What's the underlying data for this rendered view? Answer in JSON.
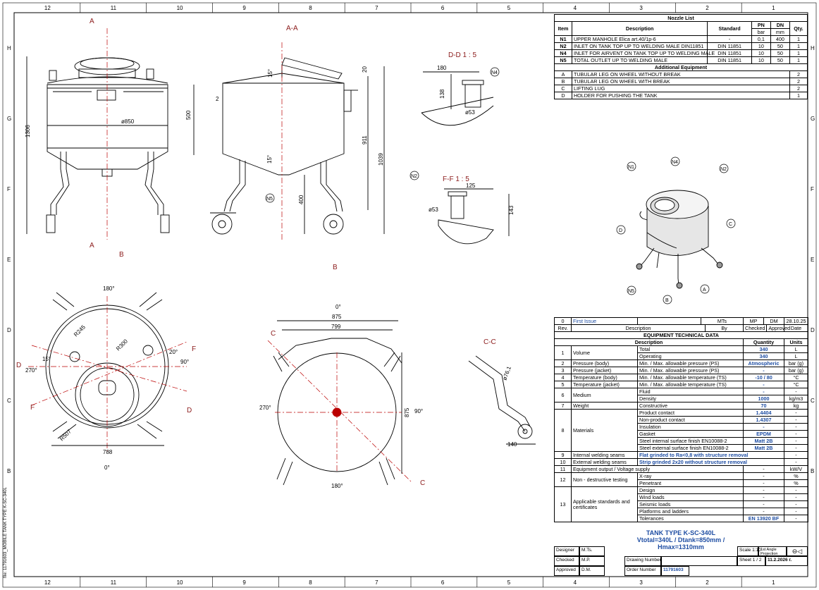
{
  "border": {
    "cols": [
      "12",
      "11",
      "10",
      "9",
      "8",
      "7",
      "6",
      "5",
      "4",
      "3",
      "2",
      "1"
    ],
    "rows": [
      "H",
      "G",
      "F",
      "E",
      "D",
      "C",
      "B"
    ]
  },
  "views": {
    "sec_aa": "A-A",
    "sec_dd": "D-D 1 : 5",
    "sec_ff": "F-F 1 : 5",
    "sec_cc": "C-C",
    "label_a": "A",
    "label_b": "B",
    "label_c": "C",
    "label_d": "D",
    "label_f": "F"
  },
  "dims": {
    "d1306": "1306",
    "d850": "ø850",
    "d500": "500",
    "d2": "2",
    "d15": "15°",
    "d20": "20",
    "d911": "911",
    "d1039": "1039",
    "d400": "400",
    "d180": "180",
    "d138": "138",
    "d53": "ø53",
    "d125": "125",
    "d143": "143",
    "d53b": "ø53",
    "ang180": "180°",
    "ang270": "270°",
    "ang90": "90°",
    "ang0": "0°",
    "r245": "R245",
    "r300": "R300",
    "r507": "R507",
    "d788": "788",
    "d875": "875",
    "d799": "799",
    "d875v": "875",
    "ang0b": "0°",
    "ang270b": "270°",
    "ang90b": "90°",
    "ang180b": "180°",
    "r761": "ø76,1",
    "d140": "140",
    "ang20": "20°",
    "ang15": "15°"
  },
  "nozzles": {
    "n1": "N1",
    "n2": "N2",
    "n4": "N4",
    "n5": "N5",
    "a": "A",
    "b": "B",
    "c": "C",
    "d": "D"
  },
  "nozzle_list": {
    "title": "Nozzle List",
    "h_item": "Item",
    "h_desc": "Description",
    "h_std": "Standard",
    "h_pn": "PN",
    "h_dn": "DN",
    "h_qty": "Qty.",
    "u_pn": "bar",
    "u_dn": "mm",
    "rows": [
      {
        "item": "N1",
        "desc": "UPPER MANHOLE  Elica art.40/1p-6",
        "std": "-",
        "pn": "0,1",
        "dn": "400",
        "qty": "1"
      },
      {
        "item": "N2",
        "desc": "INLET ON TANK TOP UP TO WELDING MALE DIN11851",
        "std": "DIN 11851",
        "pn": "10",
        "dn": "50",
        "qty": "1"
      },
      {
        "item": "N4",
        "desc": "INLET FOR AIRVENT ON TANK TOP UP TO WELDING MALE",
        "std": "DIN 11851",
        "pn": "10",
        "dn": "50",
        "qty": "1"
      },
      {
        "item": "N5",
        "desc": "TOTAL OUTLET  UP TO WELDING MALE",
        "std": "DIN 11851",
        "pn": "10",
        "dn": "50",
        "qty": "1"
      }
    ],
    "add_title": "Additional Equipment",
    "add_rows": [
      {
        "item": "A",
        "desc": "TUBULAR LEG ON WHEEL WITHOUT BREAK",
        "qty": "2"
      },
      {
        "item": "B",
        "desc": "TUBULAR LEG ON WHEEL WITH BREAK",
        "qty": "2"
      },
      {
        "item": "C",
        "desc": "LIFTING LUG",
        "qty": "2"
      },
      {
        "item": "D",
        "desc": "HOLDER FOR PUSHING THE TANK",
        "qty": "1"
      }
    ]
  },
  "revision": {
    "rev": "0",
    "desc": "First Issue",
    "by": "MTs",
    "checked": "MP",
    "approved": "DM",
    "date": "28.10.25",
    "h_rev": "Rev.",
    "h_desc": "Description",
    "h_by": "By",
    "h_checked": "Checked",
    "h_approved": "Approved",
    "h_date": "Date"
  },
  "tech": {
    "title": "EQUIPMENT TECHNICAL DATA",
    "h_desc": "Description",
    "h_qty": "Quantity",
    "h_units": "Units",
    "rows": [
      {
        "no": "1",
        "name": "Volume",
        "sub": "Total",
        "qty": "340",
        "unit": "L"
      },
      {
        "no": "",
        "name": "",
        "sub": "Operating",
        "qty": "340",
        "unit": "L"
      },
      {
        "no": "2",
        "name": "Pressure (body)",
        "sub": "Min. / Max. allowable pressure (PS)",
        "qty": "Atmospheric",
        "unit": "bar (g)"
      },
      {
        "no": "3",
        "name": "Pressure (jacket)",
        "sub": "Min. / Max. allowable pressure (PS)",
        "qty": "-",
        "unit": "bar (g)"
      },
      {
        "no": "4",
        "name": "Temperature (body)",
        "sub": "Min. / Max. allowable temperature (TS)",
        "qty": "-10 / 80",
        "unit": "°C"
      },
      {
        "no": "5",
        "name": "Temperature (jacket)",
        "sub": "Min. / Max. allowable temperature (TS)",
        "qty": "-",
        "unit": "°C"
      },
      {
        "no": "6",
        "name": "Medium",
        "sub": "Fluid",
        "qty": "-",
        "unit": "-"
      },
      {
        "no": "",
        "name": "",
        "sub": "Density",
        "qty": "1000",
        "unit": "kg/m3"
      },
      {
        "no": "7",
        "name": "Weight",
        "sub": "Constructive",
        "qty": "70",
        "unit": "kg"
      },
      {
        "no": "8",
        "name": "Materials",
        "sub": "Product contact",
        "qty": "1.4404",
        "unit": "-"
      },
      {
        "no": "",
        "name": "",
        "sub": "Non-product contact",
        "qty": "1.4307",
        "unit": "-"
      },
      {
        "no": "",
        "name": "",
        "sub": "Insulation",
        "qty": "-",
        "unit": "-"
      },
      {
        "no": "",
        "name": "",
        "sub": "Gasket",
        "qty": "EPDM",
        "unit": "-"
      },
      {
        "no": "",
        "name": "",
        "sub": "Steel internal surface finish EN10088-2",
        "qty": "Matt 2B",
        "unit": "-"
      },
      {
        "no": "",
        "name": "",
        "sub": "Steel external surface finish EN10088-2",
        "qty": "Matt 2B",
        "unit": "-"
      }
    ],
    "r9_no": "9",
    "r9_name": "Internal welding seams",
    "r9_val": "Flat grinded to Ra<0,8 with structure removal",
    "r9_unit": "-",
    "r10_no": "10",
    "r10_name": "External welding seams",
    "r10_val": "Strip grinded 2x20 without structure removal",
    "r10_unit": "-",
    "r11_no": "11",
    "r11_name": "Equipment output / Voltage supply",
    "r11_qty": "-",
    "r11_unit": "kW/V",
    "r12_no": "12",
    "r12_name": "Non - destructive testing",
    "r12_sub1": "X-ray",
    "r12_q1": "-",
    "r12_u1": "%",
    "r12_sub2": "Penetrant",
    "r12_q2": "-",
    "r12_u2": "%",
    "r13_no": "13",
    "r13_name": "Applicable standards and certificates",
    "r13_rows": [
      {
        "sub": "Design",
        "qty": "-",
        "unit": "-"
      },
      {
        "sub": "Wind loads",
        "qty": "-",
        "unit": "-"
      },
      {
        "sub": "Seismic loads",
        "qty": "-",
        "unit": "-"
      },
      {
        "sub": "Platforms and ladders",
        "qty": "-",
        "unit": "-"
      },
      {
        "sub": "Tolerances",
        "qty": "EN 13920 BF",
        "unit": "-"
      }
    ]
  },
  "title_block": {
    "title1": "TANK TYPE K-SC-340L",
    "title2": "Vtotal=340L / Dtank=850mm /",
    "title3": "Hmax=1310mm",
    "designer_l": "Designer",
    "designer": "M.Ts.",
    "checked_l": "Checked",
    "checked": "M.P.",
    "approved_l": "Approved",
    "approved": "D.M.",
    "drawing_l": "Drawing Number",
    "order_l": "Order Number",
    "order": "11791603",
    "scale": "Scale 1:10",
    "proj": "1st Angle Projection",
    "sheet": "Sheet 1 / 2",
    "date": "11.2.2026 г.",
    "side": "file: 11791603_MOBILE TANK TYPE K-SC-340L"
  }
}
